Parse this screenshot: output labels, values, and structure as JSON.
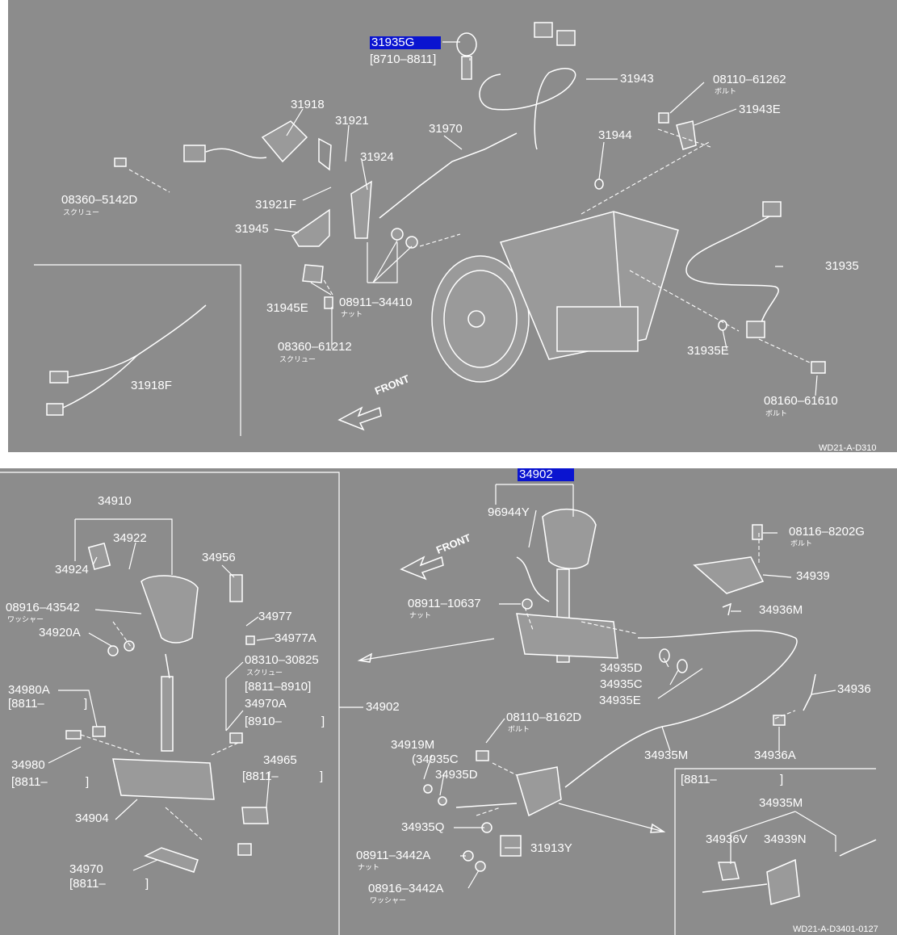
{
  "top": {
    "highlight_label": "31935G",
    "code_note": "WD21-A-D310",
    "labels": {
      "l31935g_range": "[8710–8811]",
      "l31943": "31943",
      "l08110_61262": "08110–61262",
      "l08110_61262_sub": "ボルト",
      "l31943e": "31943E",
      "l31918": "31918",
      "l31921": "31921",
      "l31970": "31970",
      "l31944": "31944",
      "l31924": "31924",
      "l08360_5142d": "08360–5142D",
      "l08360_5142d_sub": "スクリュー",
      "l31921f": "31921F",
      "l31945": "31945",
      "l31935": "31935",
      "l31945e": "31945E",
      "l08911_34410": "08911–34410",
      "l08911_34410_sub": "ナット",
      "l08360_61212": "08360–61212",
      "l08360_61212_sub": "スクリュー",
      "l31935e": "31935E",
      "l31918f": "31918F",
      "l08160_61610": "08160–61610",
      "l08160_61610_sub": "ボルト",
      "front": "FRONT"
    }
  },
  "bottom": {
    "highlight_label": "34902",
    "code_note": "WD21-A-D3401-0127",
    "labels": {
      "l34910": "34910",
      "l96944y": "96944Y",
      "l34922": "34922",
      "l34956": "34956",
      "l34924": "34924",
      "l08116_8202g": "08116–8202G",
      "l08116_8202g_sub": "ボルト",
      "l34939": "34939",
      "l08916_43542": "08916–43542",
      "l08916_43542_sub": "ワッシャー",
      "l08911_10637": "08911–10637",
      "l08911_10637_sub": "ナット",
      "l34936m": "34936M",
      "l34977": "34977",
      "l34920a": "34920A",
      "l34977a": "34977A",
      "l08310_30825": "08310–30825",
      "l08310_30825_sub": "スクリュー",
      "l8811_8910": "[8811–8910]",
      "l34935d_a": "34935D",
      "l34935c_a": "34935C",
      "l34935e": "34935E",
      "l34980a": "34980A",
      "l8811_a": "[8811–",
      "l34970a": "34970A",
      "l8910_a": "[8910–",
      "l34902": "34902",
      "l34936": "34936",
      "l08110_8162d": "08110–8162D",
      "l08110_8162d_sub": "ボルト",
      "l34919m": "34919M",
      "l34935c_b": "(34935C",
      "l34935m_a": "34935M",
      "l34936a": "34936A",
      "l34980": "34980",
      "l8811_b": "[8811–",
      "l34965": "34965",
      "l8811_c": "[8811–",
      "l34935d_b": "34935D",
      "l8811_d": "[8811–",
      "l34935m_b": "34935M",
      "l34904": "34904",
      "l34935q": "34935Q",
      "l34936v": "34936V",
      "l34939n": "34939N",
      "l31913y": "31913Y",
      "l08911_3442a": "08911–3442A",
      "l08911_3442a_sub": "ナット",
      "l34970": "34970",
      "l8811_e": "[8811–",
      "l08916_3442a": "08916–3442A",
      "l08916_3442a_sub": "ワッシャー",
      "front": "FRONT"
    }
  }
}
